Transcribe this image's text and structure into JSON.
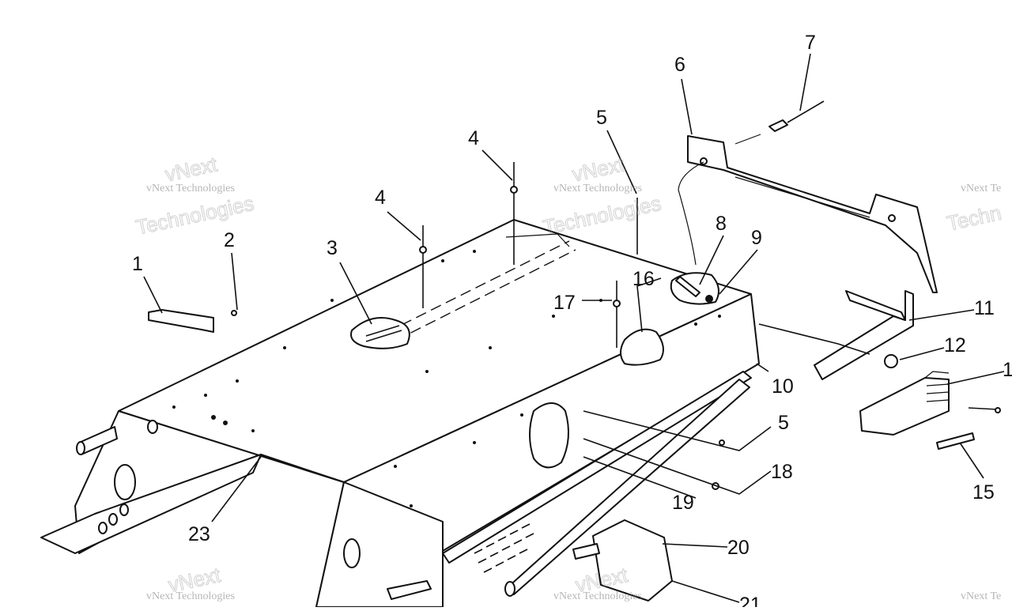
{
  "diagram": {
    "callouts": [
      {
        "id": "c1",
        "label": "1"
      },
      {
        "id": "c2",
        "label": "2"
      },
      {
        "id": "c3",
        "label": "3"
      },
      {
        "id": "c4a",
        "label": "4"
      },
      {
        "id": "c4b",
        "label": "4"
      },
      {
        "id": "c5a",
        "label": "5"
      },
      {
        "id": "c5b",
        "label": "5"
      },
      {
        "id": "c6",
        "label": "6"
      },
      {
        "id": "c7",
        "label": "7"
      },
      {
        "id": "c8",
        "label": "8"
      },
      {
        "id": "c9",
        "label": "9"
      },
      {
        "id": "c10",
        "label": "10"
      },
      {
        "id": "c11",
        "label": "11"
      },
      {
        "id": "c12",
        "label": "12"
      },
      {
        "id": "c13",
        "label": "1"
      },
      {
        "id": "c15",
        "label": "15"
      },
      {
        "id": "c16",
        "label": "16"
      },
      {
        "id": "c17",
        "label": "17"
      },
      {
        "id": "c18",
        "label": "18"
      },
      {
        "id": "c19",
        "label": "19"
      },
      {
        "id": "c20",
        "label": "20"
      },
      {
        "id": "c21",
        "label": "21"
      },
      {
        "id": "c23",
        "label": "23"
      }
    ]
  },
  "watermark": {
    "company": "vNext Technologies",
    "brand_line1": "vNext",
    "brand_line2": "Technologies",
    "tile_left": "vNext Te",
    "tile_right": "Techn"
  }
}
